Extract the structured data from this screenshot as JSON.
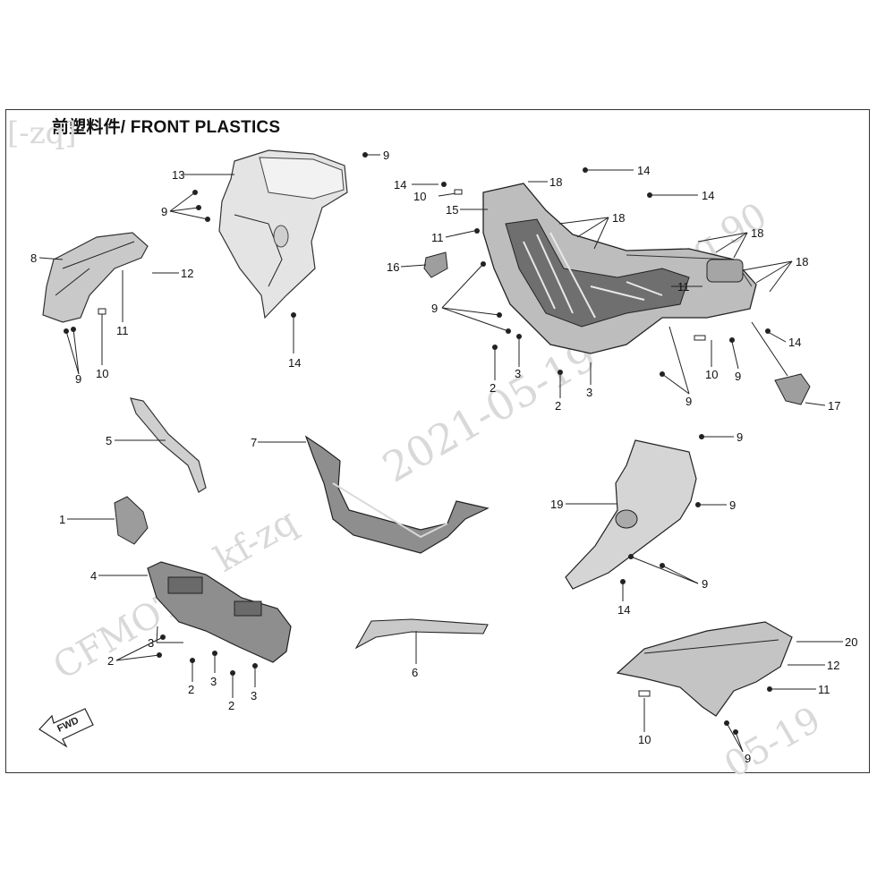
{
  "title": "前塑料件/ FRONT PLASTICS",
  "watermarks": {
    "tl": "[-zq]",
    "top_right": "kf-zq 90",
    "date": "2021-05-19",
    "brand": "CFMOTO",
    "brand_kf": "kf-zq",
    "br": "05-19"
  },
  "fwd_label": "FWD",
  "callouts": {
    "c1": "1",
    "c2a": "2",
    "c2b": "2",
    "c2c": "2",
    "c2d": "2",
    "c2e": "2",
    "c3a": "3",
    "c3b": "3",
    "c3c": "3",
    "c3d": "3",
    "c4": "4",
    "c5": "5",
    "c6": "6",
    "c7": "7",
    "c8": "8",
    "c9a": "9",
    "c9b": "9",
    "c9c": "9",
    "c9d": "9",
    "c9e": "9",
    "c9f": "9",
    "c9g": "9",
    "c9h": "9",
    "c9i": "9",
    "c9j": "9",
    "c10a": "10",
    "c10b": "10",
    "c10c": "10",
    "c10d": "10",
    "c11a": "11",
    "c11b": "11",
    "c11c": "11",
    "c11d": "11",
    "c12a": "12",
    "c12b": "12",
    "c13": "13",
    "c14a": "14",
    "c14b": "14",
    "c14c": "14",
    "c14d": "14",
    "c14e": "14",
    "c14f": "14",
    "c15": "15",
    "c16": "16",
    "c17": "17",
    "c18a": "18",
    "c18b": "18",
    "c18c": "18",
    "c18d": "18",
    "c19": "19",
    "c20": "20"
  }
}
